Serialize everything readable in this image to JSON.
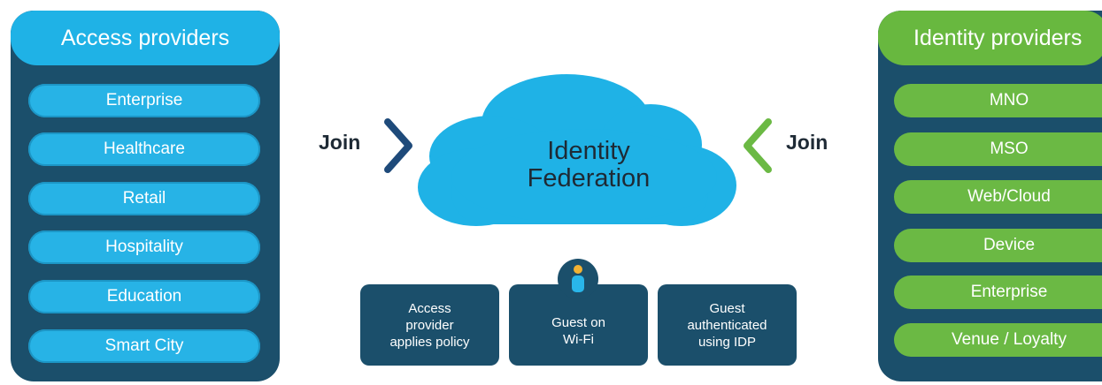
{
  "access_providers": {
    "title": "Access providers",
    "items": [
      "Enterprise",
      "Healthcare",
      "Retail",
      "Hospitality",
      "Education",
      "Smart City"
    ]
  },
  "identity_providers": {
    "title": "Identity providers",
    "items": [
      "MNO",
      "MSO",
      "Web/Cloud",
      "Device",
      "Enterprise",
      "Venue / Loyalty"
    ]
  },
  "federation": {
    "cloud_label": "Identity\nFederation",
    "join_left": "Join",
    "join_right": "Join"
  },
  "steps": [
    "Access\nprovider\napplies policy",
    "Guest on\nWi-Fi",
    "Guest\nauthenticated\nusing IDP"
  ],
  "colors": {
    "navy": "#1b4f6b",
    "cyan": "#1fb2e6",
    "green": "#68b83f",
    "arrow_left": "#1e4a7a",
    "arrow_right": "#6bb944"
  },
  "icons": {
    "person": "user-icon"
  }
}
